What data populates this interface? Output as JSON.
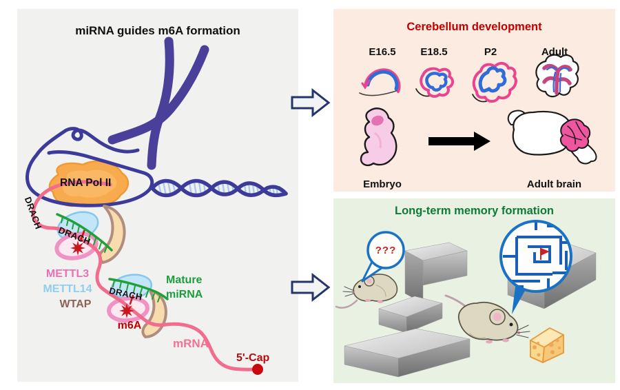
{
  "left": {
    "title": "miRNA guides m6A formation",
    "rna_pol": "RNA Pol II",
    "drach": [
      "DRACH",
      "DRACH",
      "DRACH"
    ],
    "mettl3": "METTL3",
    "mettl14": "METTL14",
    "wtap": "WTAP",
    "mature": [
      "Mature",
      "miRNA"
    ],
    "m6a": "m6A",
    "mrna": "mRNA",
    "cap": "5'-Cap"
  },
  "cerebellum": {
    "title": "Cerebellum development",
    "stages": [
      "E16.5",
      "E18.5",
      "P2",
      "Adult"
    ],
    "embryo": "Embryo",
    "adult_brain": "Adult brain"
  },
  "memory": {
    "title": "Long-term memory formation",
    "question": "???"
  },
  "colors": {
    "left_panel_bg": "#f1f1f0",
    "cerebellum_panel_bg": "#fcebe0",
    "memory_panel_bg": "#e9f1e3",
    "chromosome_purple": "#4a3f99",
    "dna_blue": "#3d3b99",
    "helix_rung_blue": "#a9c9ef",
    "rna_pol_orange": "#f8ab4e",
    "mrna_pink": "#f26d8d",
    "mirna_green": "#21a038",
    "mettl3_pink": "#ed6fb5",
    "mettl14_blue": "#8fcdf2",
    "wtap_brown": "#8d6156",
    "m6a_red": "#c9151c",
    "cerebellum_title_red": "#c00000",
    "memory_title_green": "#0d7a38",
    "maze_blue": "#1a5fb5",
    "bubble_blue": "#1a72c5",
    "question_red": "#cc2222",
    "cheese_orange": "#e8973a"
  }
}
